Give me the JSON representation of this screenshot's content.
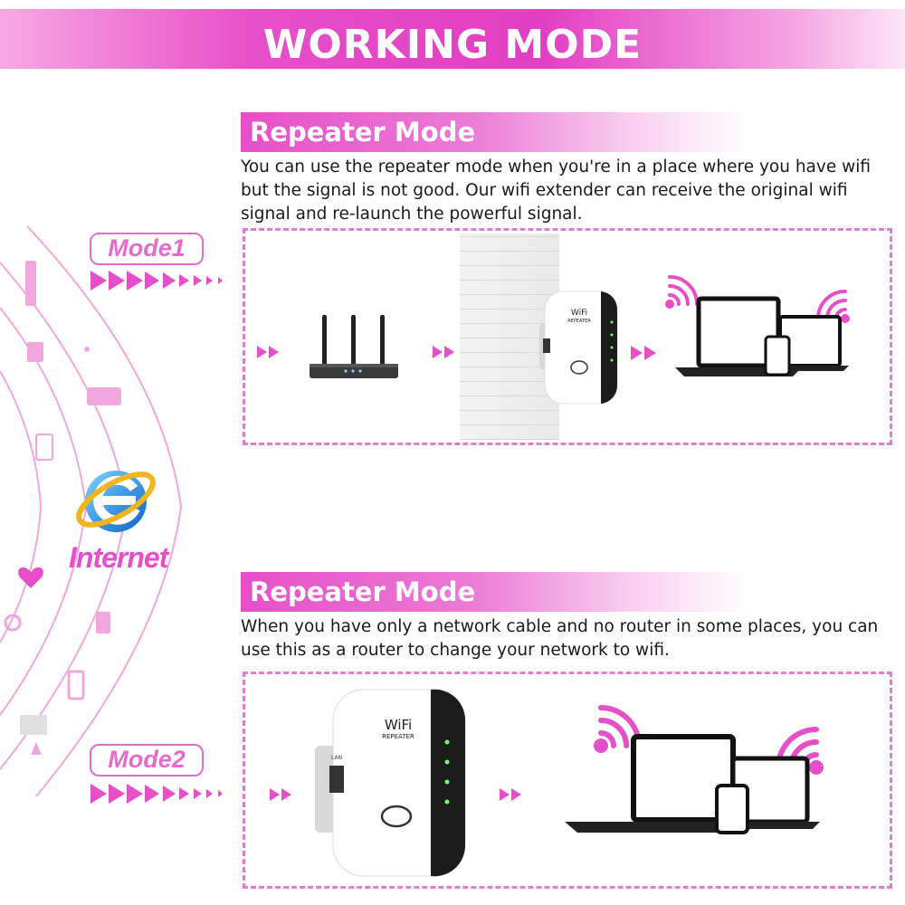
{
  "banner": {
    "title": "WORKING MODE"
  },
  "section1": {
    "title": "Repeater Mode",
    "description": "You can use the repeater mode when you're in a place where you have wifi but the signal is not good. Our wifi extender can receive the original wifi signal and re-launch the powerful signal."
  },
  "section2": {
    "title": "Repeater Mode",
    "description": "When you have only a network cable and no router in some places, you can use this as a router to change your network to wifi."
  },
  "modes": {
    "mode1": "Mode1",
    "mode2": "Mode2"
  },
  "internet": {
    "label": "Internet"
  },
  "device": {
    "brand": "WiFi",
    "model": "REPEATER",
    "port_label": "LAN"
  },
  "colors": {
    "accent": "#e64fc7",
    "dashed_border": "#e07fd0",
    "dark_device": "#1c1c1c"
  },
  "icons": [
    "router-icon",
    "repeater-icon",
    "laptop-icon",
    "tablet-icon",
    "phone-icon",
    "wifi-signal-icon",
    "internet-explorer-icon"
  ]
}
